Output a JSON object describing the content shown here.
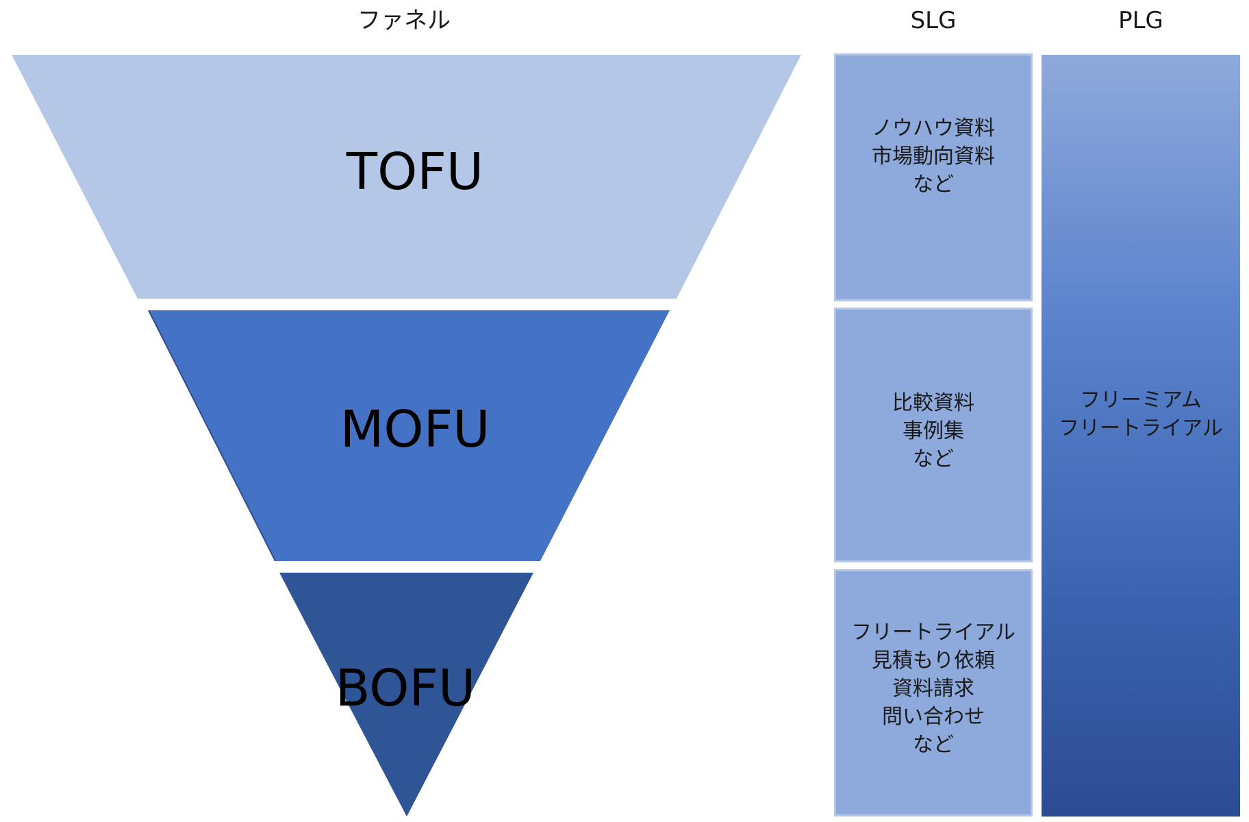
{
  "headers": {
    "funnel": "ファネル",
    "slg": "SLG",
    "plg": "PLG"
  },
  "funnel": {
    "stages": [
      {
        "label": "TOFU",
        "color": "#b4c7e7"
      },
      {
        "label": "MOFU",
        "color": "#4472c4"
      },
      {
        "label": "BOFU",
        "color": "#2f5597"
      }
    ]
  },
  "slg": {
    "boxes": [
      {
        "text": "ノウハウ資料\n市場動向資料\nなど"
      },
      {
        "text": "比較資料\n事例集\nなど"
      },
      {
        "text": "フリートライアル\n見積もり依頼\n資料請求\n問い合わせ\nなど"
      }
    ],
    "color": "#8eaadd"
  },
  "plg": {
    "text": "フリーミアム\nフリートライアル",
    "gradient_top": "#8ea9db",
    "gradient_bottom": "#2c4c92"
  }
}
